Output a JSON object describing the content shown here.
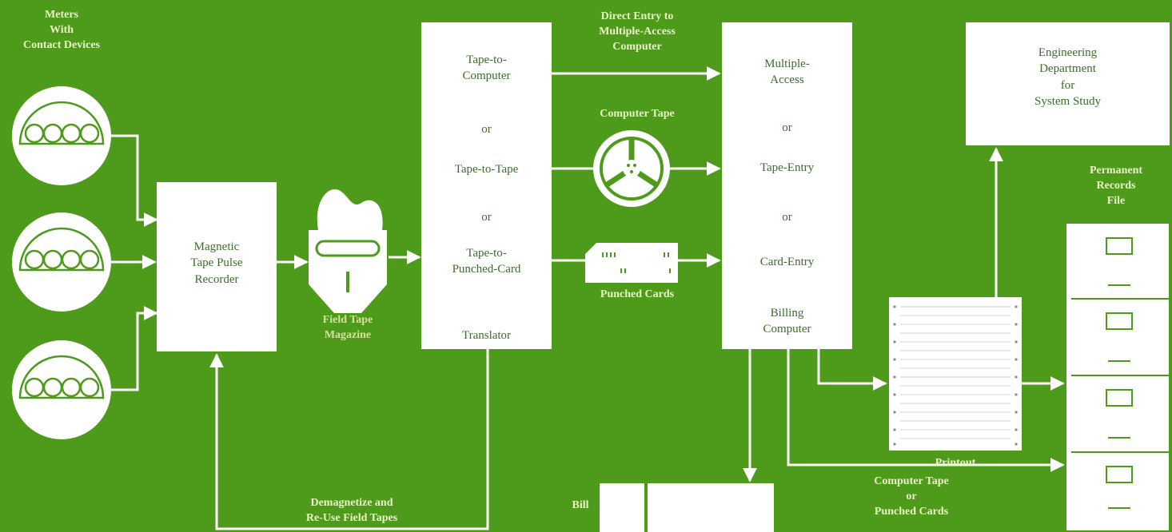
{
  "colors": {
    "background": "#4e9a1a",
    "shape": "#ffffff",
    "box_text": "#3b6d2c"
  },
  "meters": {
    "label": "Meters\nWith\nContact Devices",
    "icon": "meter-dial-icon"
  },
  "recorder": {
    "label": "Magnetic\nTape Pulse\nRecorder"
  },
  "magazine": {
    "label": "Field Tape\nMagazine",
    "icon": "tape-magazine-icon"
  },
  "translator": {
    "line1": "Tape-to-\nComputer",
    "or1": "or",
    "line2": "Tape-to-Tape",
    "or2": "or",
    "line3": "Tape-to-\nPunched-Card",
    "line4": "Translator"
  },
  "routes": {
    "direct": "Direct Entry to\nMultiple-Access\nComputer",
    "computer_tape": "Computer Tape",
    "punched_cards": "Punched Cards",
    "reel_icon": "tape-reel-icon",
    "cards_icon": "punched-card-icon"
  },
  "computer": {
    "line1": "Multiple-\nAccess",
    "or1": "or",
    "line2": "Tape-Entry",
    "or2": "or",
    "line3": "Card-Entry",
    "line4": "Billing\nComputer"
  },
  "engineering": {
    "label": "Engineering\nDepartment\nfor\nSystem Study"
  },
  "records": {
    "label": "Permanent\nRecords\nFile",
    "icon": "file-cabinet-icon"
  },
  "printout": {
    "label": "Printout",
    "icon": "printout-paper-icon"
  },
  "output": {
    "label": "Computer Tape\nor\nPunched Cards"
  },
  "bill": {
    "label": "Bill"
  },
  "reuse": {
    "label": "Demagnetize and\nRe-Use Field Tapes"
  }
}
